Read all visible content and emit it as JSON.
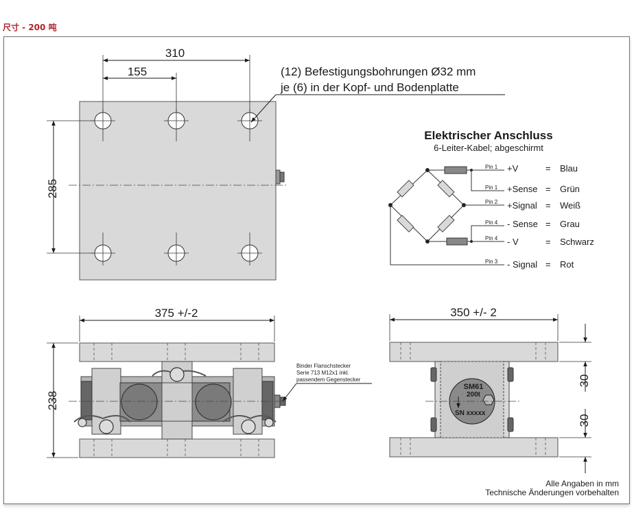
{
  "page_title": "尺寸 - 200 吨",
  "top_view": {
    "dim_310": "310",
    "dim_155": "155",
    "dim_285": "285",
    "note_line1": "(12) Befestigungsbohrungen Ø32 mm",
    "note_line2": "je (6) in der Kopf- und Bodenplatte"
  },
  "electrical": {
    "title": "Elektrischer Anschluss",
    "subtitle": "6-Leiter-Kabel; abgeschirmt",
    "rows": [
      {
        "pin": "Pin 1",
        "signal": "+V",
        "eq": "=",
        "color": "Blau"
      },
      {
        "pin": "Pin 1",
        "signal": "+Sense",
        "eq": "=",
        "color": "Grün"
      },
      {
        "pin": "Pin 2",
        "signal": "+Signal",
        "eq": "=",
        "color": "Weiß"
      },
      {
        "pin": "Pin 4",
        "signal": "- Sense",
        "eq": "=",
        "color": "Grau"
      },
      {
        "pin": "Pin 4",
        "signal": "- V",
        "eq": "=",
        "color": "Schwarz"
      },
      {
        "pin": "Pin 3",
        "signal": "- Signal",
        "eq": "=",
        "color": "Rot"
      }
    ]
  },
  "front_view": {
    "dim_width": "375 +/-2",
    "dim_height": "238",
    "connector_note": [
      "Binder Flanschstecker",
      "Serie 713 M12x1 inkl.",
      "passendem Gegenstecker"
    ]
  },
  "side_view": {
    "dim_width": "350 +/- 2",
    "dim_30_top": "30",
    "dim_30_bottom": "30",
    "label_model": "SM61",
    "label_capacity": "200t",
    "label_serial": "SN xxxxx"
  },
  "footer": {
    "line1": "Alle Angaben in mm",
    "line2": "Technische Änderungen vorbehalten"
  }
}
